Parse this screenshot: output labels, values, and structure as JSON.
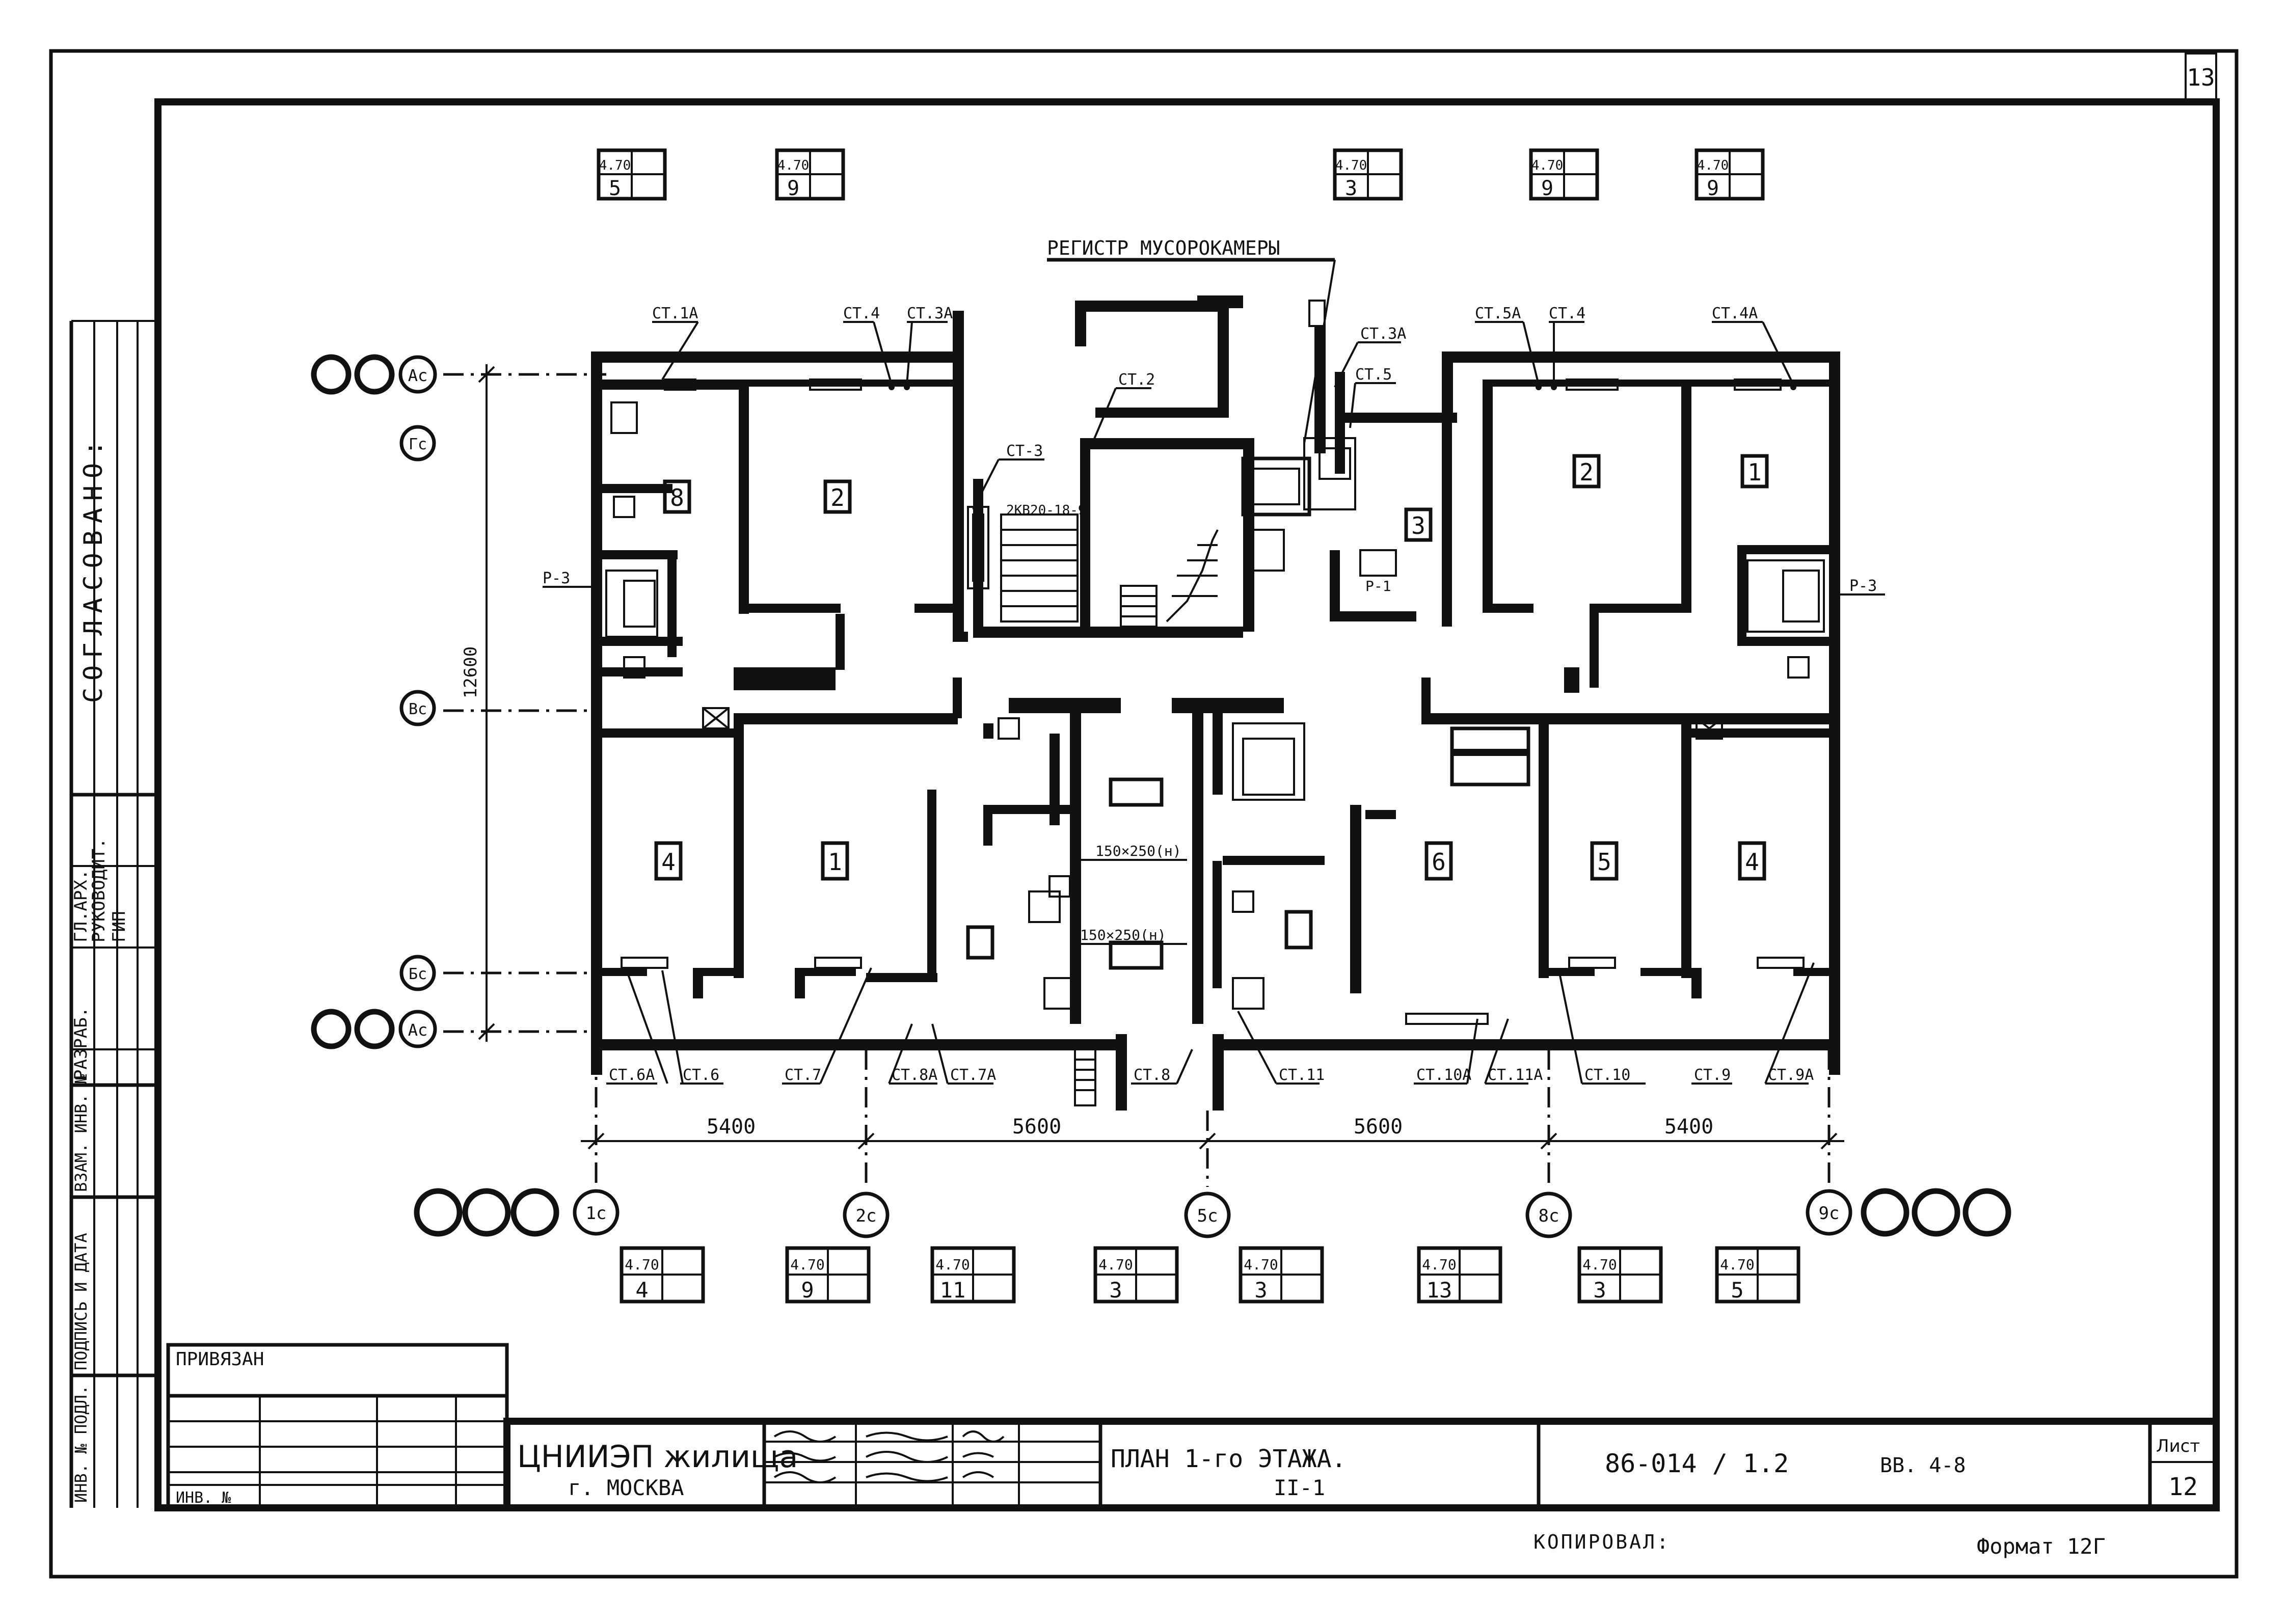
{
  "sheet": {
    "page_number_top": "13",
    "approval_vertical": "СОГЛАСОВАНО:",
    "side_labels": [
      "РАЗРАБ.",
      "РУКОВОДИТ.",
      "ГЛ.АРХ.",
      "ГИП",
      "ВЗАМ. ИНВ. №",
      "ПОДПИСЬ И ДАТА",
      "ИНВ. № ПОДЛ."
    ],
    "register_label": "РЕГИСТР МУСОРОКАМЕРЫ",
    "privyazan": "ПРИВЯЗАН",
    "inv_no": "ИНВ. №",
    "organization": "ЦНИИЭП жилища",
    "city": "г. МОСКВА",
    "title_line1": "ПЛАН 1-го ЭТАЖА.",
    "title_line2": "II-1",
    "project_code": "86-014 / 1.2",
    "album": "ВВ. 4-8",
    "sheet_label": "Лист",
    "sheet_number": "12",
    "copied": "КОПИРОВАЛ:",
    "format": "Формат 12Г"
  },
  "grid_axes": {
    "vertical": [
      "1с",
      "2с",
      "5с",
      "8с",
      "9с"
    ],
    "horizontal": [
      "Ас",
      "Гс",
      "Вс",
      "Бс",
      "Ас"
    ]
  },
  "dimensions": {
    "spans": [
      "5400",
      "5600",
      "5600",
      "5400"
    ],
    "depth": "12600"
  },
  "room_numbers": [
    "8",
    "2",
    "3",
    "2",
    "1",
    "4",
    "1",
    "6",
    "5",
    "4"
  ],
  "riser_labels": {
    "top": [
      "СТ.1А",
      "СТ.4",
      "СТ.3А",
      "СТ.2",
      "СТ-3",
      "СТ.3А",
      "СТ.5",
      "СТ.5А",
      "СТ.4",
      "СТ.4А"
    ],
    "bottom": [
      "СТ.6А",
      "СТ.6",
      "СТ.7",
      "СТ.8А",
      "СТ.7А",
      "СТ.8",
      "СТ.11",
      "СТ.10А",
      "СТ.11А",
      "СТ.10",
      "СТ.9",
      "СТ.9А"
    ],
    "radiators": [
      "Р-3",
      "Р-3",
      "Р-1"
    ],
    "stair_heater": "2КВ20-18-9"
  },
  "duct_sizes": [
    "150×250(н)",
    "150×250(н)"
  ],
  "callouts_top": [
    {
      "sheet": "4.70",
      "num": "5"
    },
    {
      "sheet": "4.70",
      "num": "9"
    },
    {
      "sheet": "4.70",
      "num": "3"
    },
    {
      "sheet": "4.70",
      "num": "9"
    },
    {
      "sheet": "4.70",
      "num": "9"
    }
  ],
  "callouts_bottom": [
    {
      "sheet": "4.70",
      "num": "4"
    },
    {
      "sheet": "4.70",
      "num": "9"
    },
    {
      "sheet": "4.70",
      "num": "11"
    },
    {
      "sheet": "4.70",
      "num": "3"
    },
    {
      "sheet": "4.70",
      "num": "3"
    },
    {
      "sheet": "4.70",
      "num": "13"
    },
    {
      "sheet": "4.70",
      "num": "3"
    },
    {
      "sheet": "4.70",
      "num": "5"
    }
  ]
}
